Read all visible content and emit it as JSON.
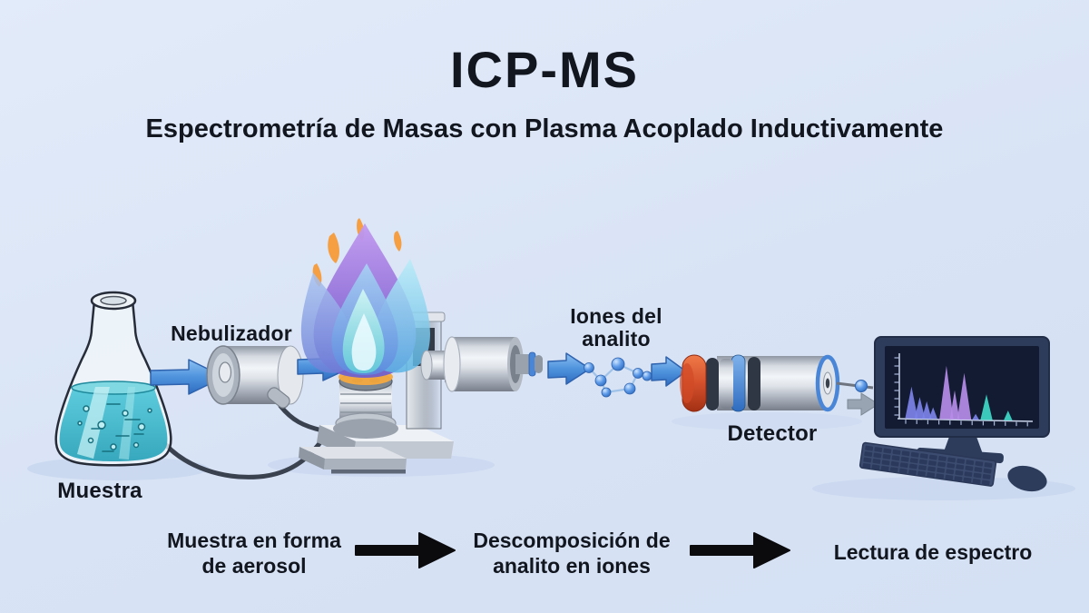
{
  "title": "ICP-MS",
  "subtitle": {
    "line1": "Espectrometría de Masas con",
    "line2": "Plasma Acoplado Inductivamente"
  },
  "labels": {
    "sample": "Muestra",
    "nebulizer": "Nebulizador",
    "ions_line1": "Iones del",
    "ions_line2": "analito",
    "detector": "Detector"
  },
  "process_flow": [
    {
      "line1": "Muestra en forma",
      "line2": "de aerosol"
    },
    {
      "line1": "Descomposición de",
      "line2": "analito en iones"
    },
    {
      "line1": "Lectura de espectro",
      "line2": ""
    }
  ],
  "colors": {
    "background": "#dbe6f7",
    "text": "#12161f",
    "flow_arrow": "#0b0b0e",
    "stream_arrow": "#4f93dd",
    "liquid_teal": "#3fb8cb",
    "flame_purple": "#9070d8",
    "flame_teal": "#62ccd8",
    "detector_ring_red": "#d4502c",
    "detector_ring_blue": "#4a86d8",
    "monitor_navy": "#2e3c5c",
    "peak_blue": "#7c82e8",
    "peak_purple": "#b68ce8",
    "peak_teal": "#3fd8c8"
  },
  "spectrum": {
    "peaks": [
      {
        "x": 0.06,
        "h": 0.55,
        "w": 0.05,
        "color": "peak_blue"
      },
      {
        "x": 0.125,
        "h": 0.37,
        "w": 0.042,
        "color": "peak_blue"
      },
      {
        "x": 0.18,
        "h": 0.3,
        "w": 0.038,
        "color": "peak_blue"
      },
      {
        "x": 0.23,
        "h": 0.2,
        "w": 0.034,
        "color": "peak_blue"
      },
      {
        "x": 0.335,
        "h": 0.92,
        "w": 0.055,
        "color": "peak_purple"
      },
      {
        "x": 0.4,
        "h": 0.5,
        "w": 0.038,
        "color": "peak_purple"
      },
      {
        "x": 0.475,
        "h": 0.8,
        "w": 0.055,
        "color": "peak_purple"
      },
      {
        "x": 0.565,
        "h": 0.1,
        "w": 0.028,
        "color": "peak_blue"
      },
      {
        "x": 0.65,
        "h": 0.44,
        "w": 0.048,
        "color": "peak_teal"
      },
      {
        "x": 0.82,
        "h": 0.17,
        "w": 0.034,
        "color": "peak_teal"
      }
    ]
  }
}
